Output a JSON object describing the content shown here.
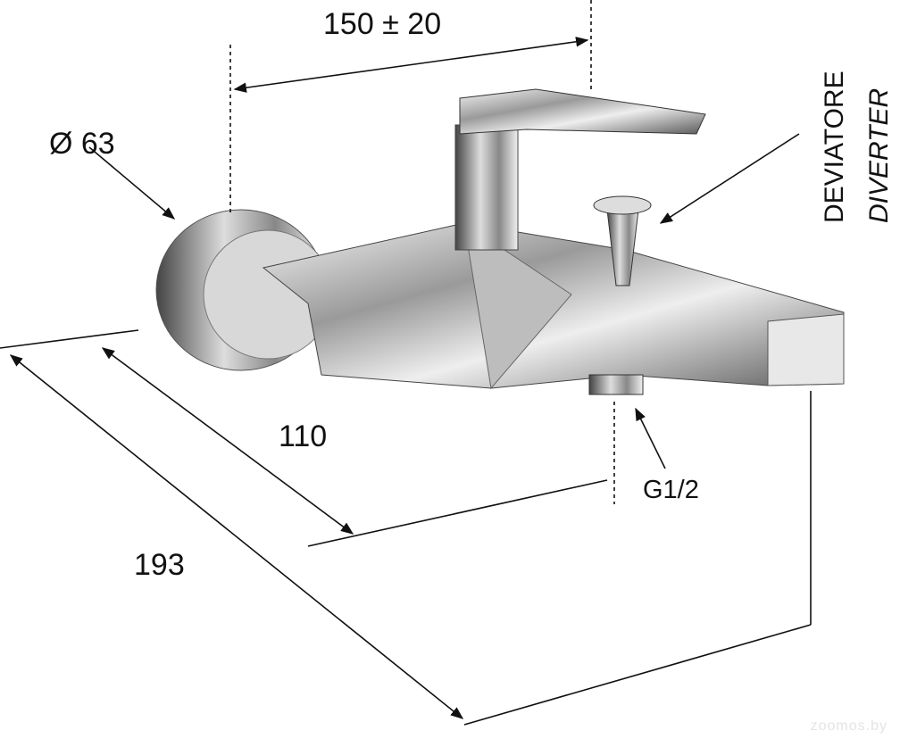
{
  "dimensions": {
    "width_mount": "150 ± 20",
    "diameter": "Ø 63",
    "depth_body": "110",
    "depth_total": "193",
    "thread": "G1/2"
  },
  "labels": {
    "diverter_it": "DEVIATORE",
    "diverter_en": "DIVERTER"
  },
  "watermark": "zoomos.by"
}
